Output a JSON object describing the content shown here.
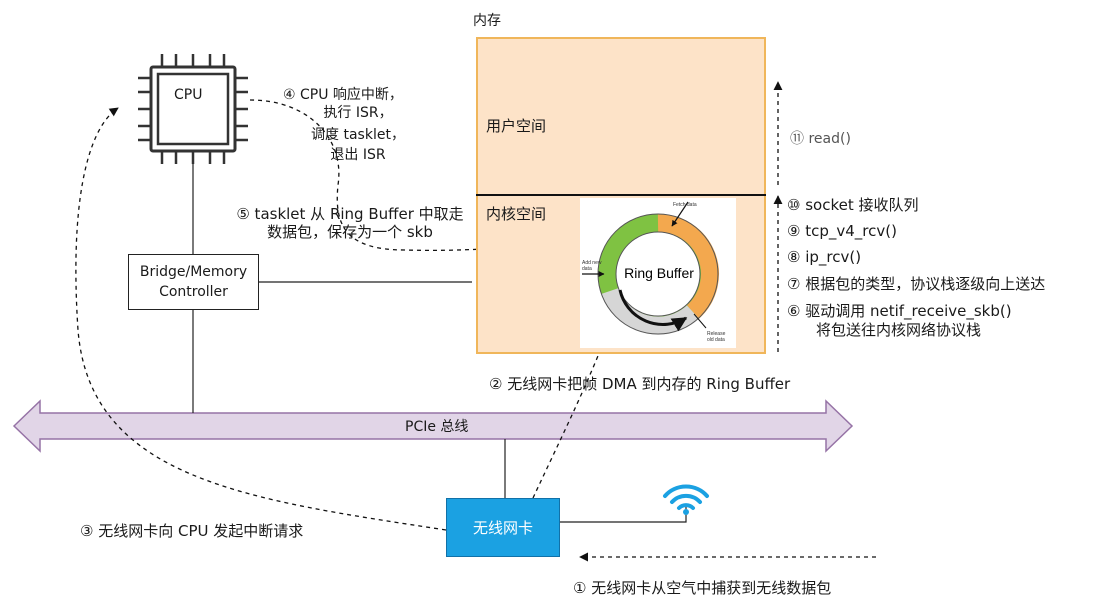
{
  "memory": {
    "title": "内存",
    "user_space": "用户空间",
    "kernel_space": "内核空间"
  },
  "cpu": {
    "label": "CPU"
  },
  "bridge": {
    "line1": "Bridge/Memory",
    "line2": "Controller"
  },
  "bus": {
    "label": "PCIe 总线"
  },
  "nic": {
    "label": "无线网卡"
  },
  "ring_buffer": {
    "title": "Ring Buffer",
    "fetch": "Fetch data",
    "add_1": "Add new",
    "add_2": "data",
    "release_1": "Release",
    "release_2": "old data"
  },
  "steps": {
    "s1": "① 无线网卡从空气中捕获到无线数据包",
    "s2": "② 无线网卡把帧 DMA 到内存的 Ring Buffer",
    "s3": "③ 无线网卡向 CPU 发起中断请求",
    "s4": [
      "④ CPU 响应中断，",
      "执行 ISR，",
      "调度 tasklet，",
      "退出 ISR"
    ],
    "s5": [
      "⑤ tasklet 从 Ring Buffer 中取走",
      "数据包，保存为一个 skb"
    ],
    "s6": [
      "⑥ 驱动调用 netif_receive_skb()",
      "将包送往内核网络协议栈"
    ],
    "s7": "⑦ 根据包的类型，协议栈逐级向上送达",
    "s8": "⑧ ip_rcv()",
    "s9": "⑨ tcp_v4_rcv()",
    "s10": "⑩ socket 接收队列",
    "s11": "⑪  read()"
  },
  "colors": {
    "memory_fill": "#fde3c8",
    "memory_border": "#f0b65a",
    "bus_fill": "#e1d5e7",
    "bus_border": "#9673a6",
    "nic_fill": "#1ba1e2",
    "ring_green": "#7fc242",
    "ring_orange": "#f3a84e",
    "wifi": "#1ba1e2"
  },
  "icons": {
    "cpu": "cpu-chip-icon",
    "wifi": "wifi-icon"
  }
}
